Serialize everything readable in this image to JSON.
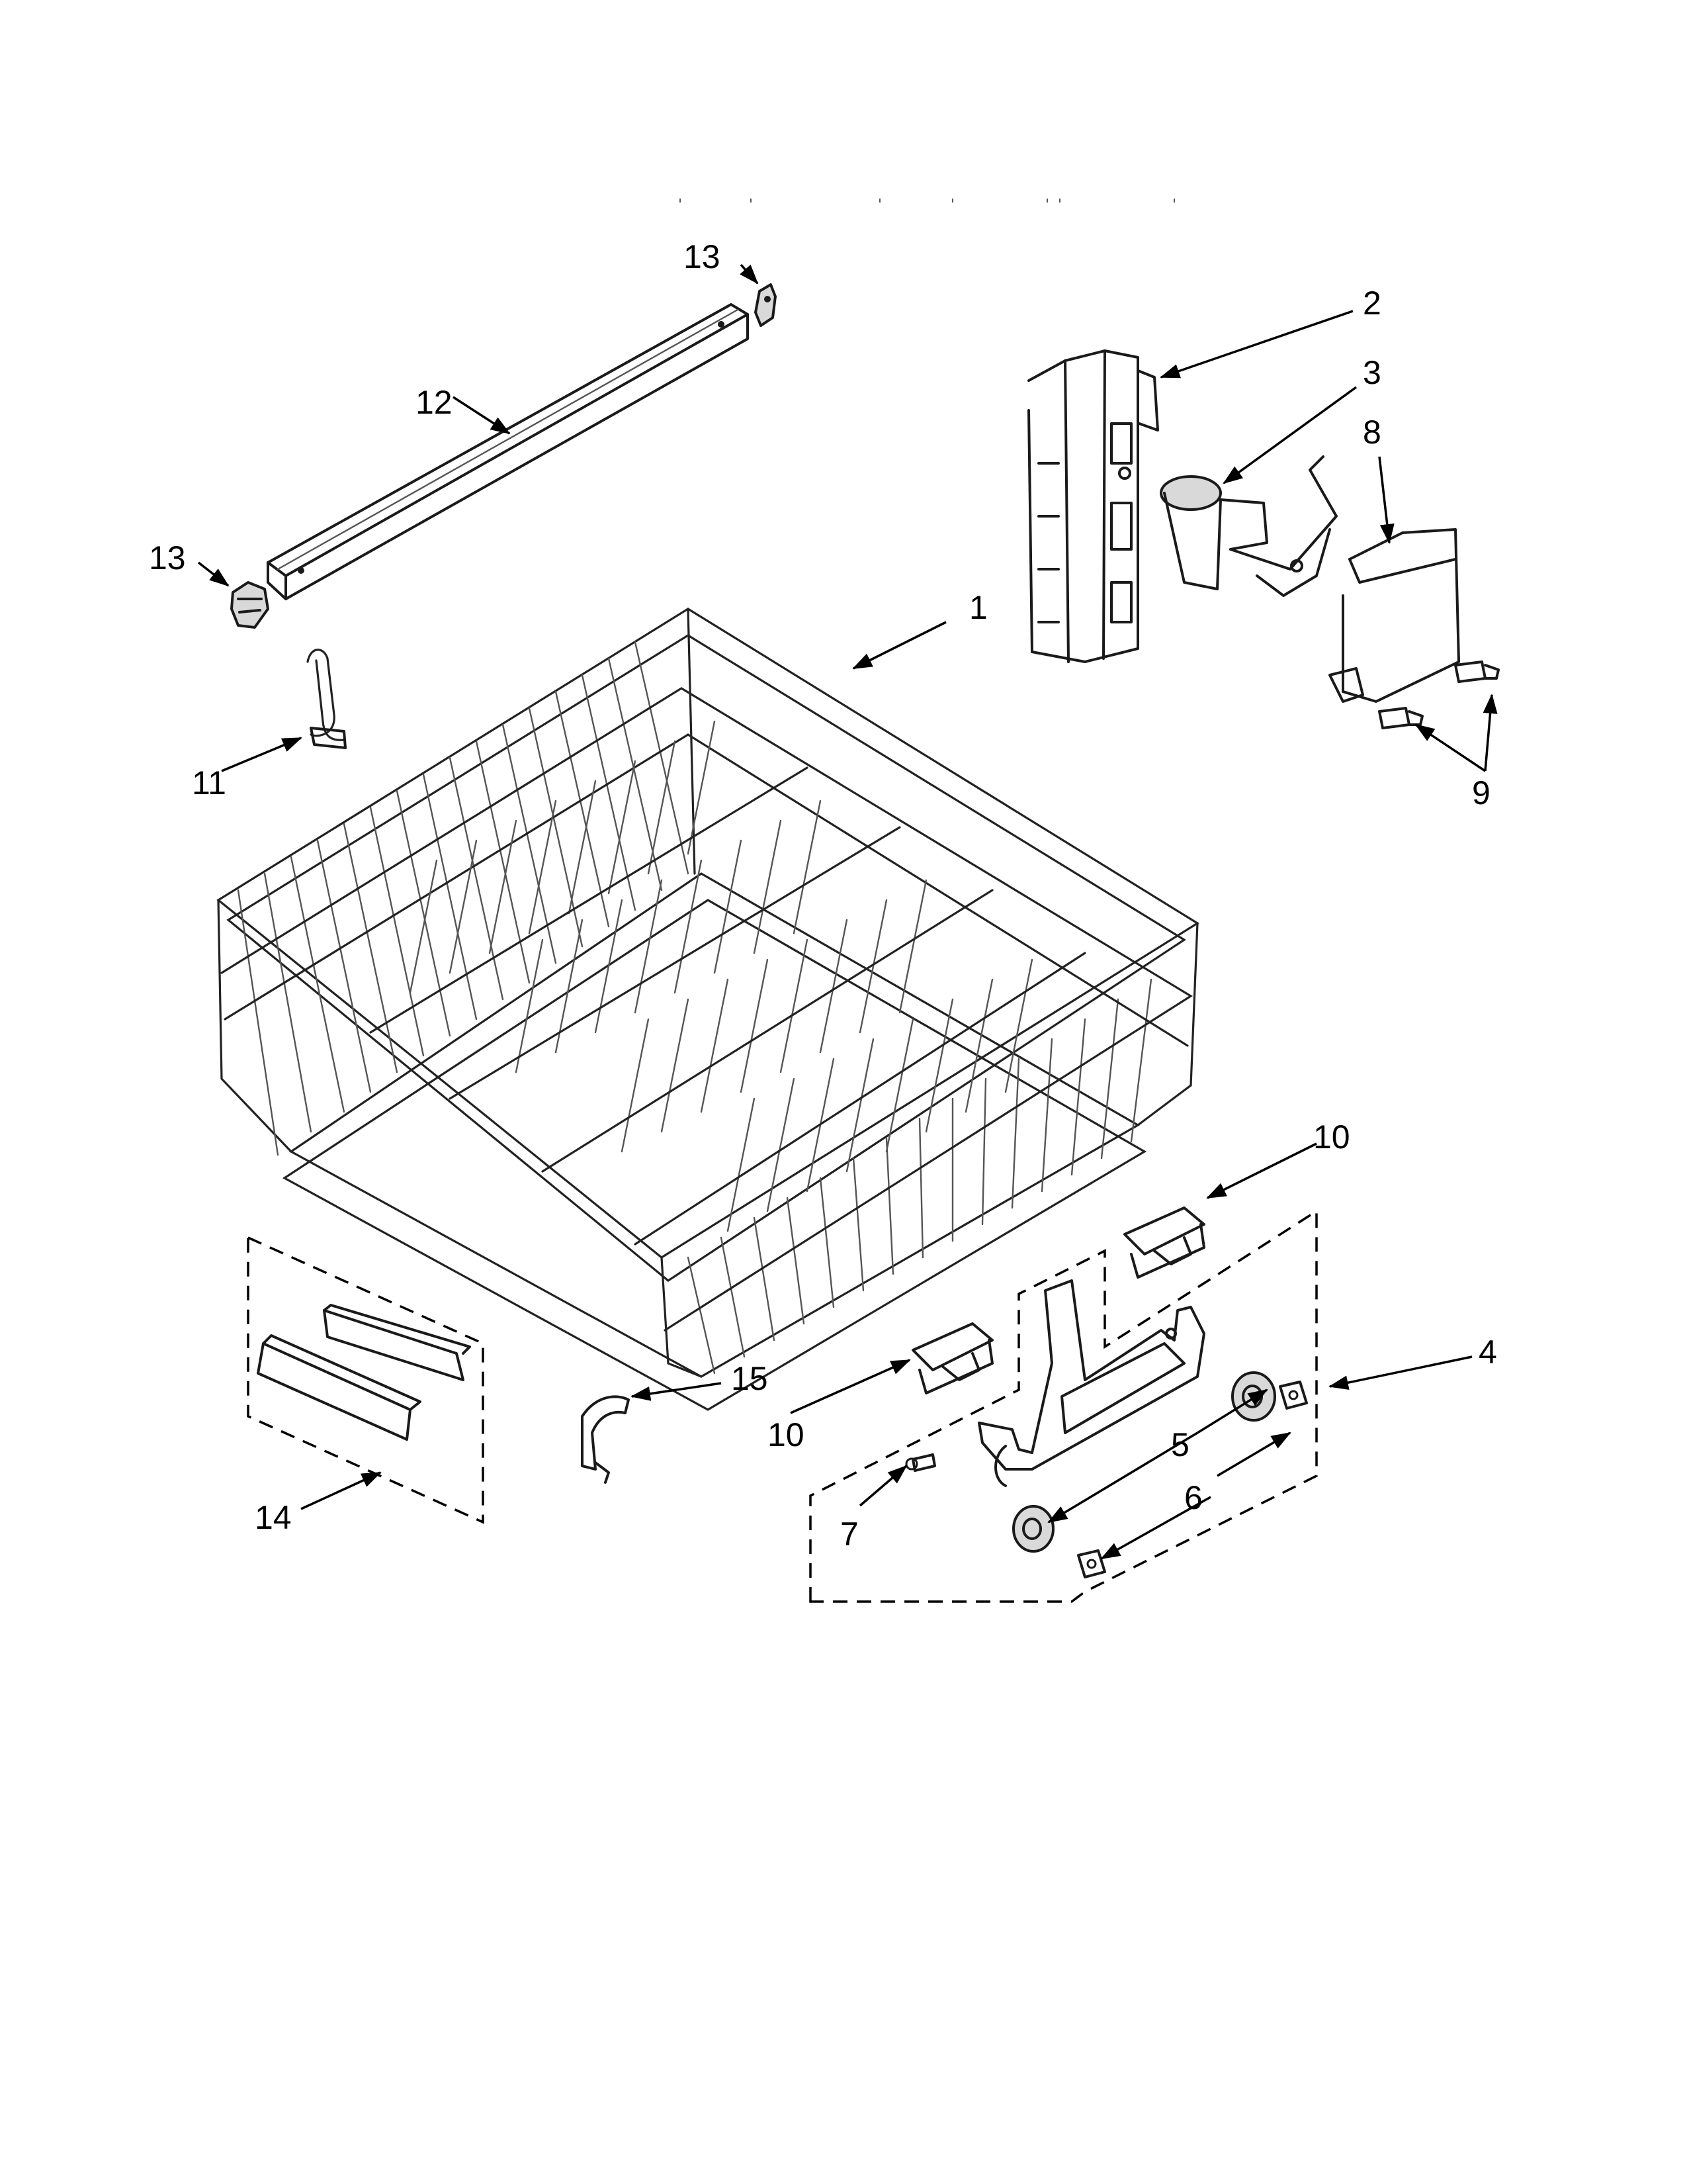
{
  "callouts": [
    {
      "id": "1",
      "label": "1"
    },
    {
      "id": "2",
      "label": "2"
    },
    {
      "id": "3",
      "label": "3"
    },
    {
      "id": "4",
      "label": "4"
    },
    {
      "id": "5",
      "label": "5"
    },
    {
      "id": "6",
      "label": "6"
    },
    {
      "id": "7",
      "label": "7"
    },
    {
      "id": "8",
      "label": "8"
    },
    {
      "id": "9",
      "label": "9"
    },
    {
      "id": "10a",
      "label": "10"
    },
    {
      "id": "10b",
      "label": "10"
    },
    {
      "id": "11",
      "label": "11"
    },
    {
      "id": "12",
      "label": "12"
    },
    {
      "id": "13a",
      "label": "13"
    },
    {
      "id": "13b",
      "label": "13"
    },
    {
      "id": "14",
      "label": "14"
    },
    {
      "id": "15",
      "label": "15"
    }
  ]
}
